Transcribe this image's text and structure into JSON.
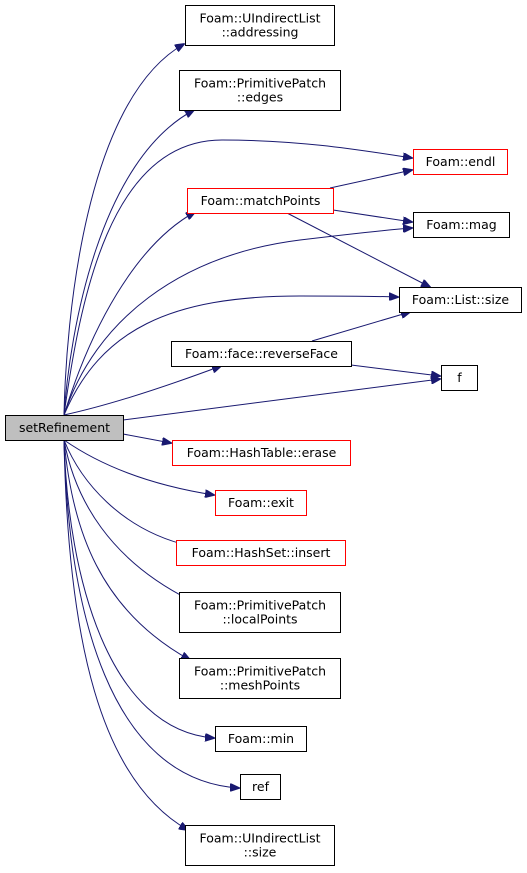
{
  "colors": {
    "edge": "#191970",
    "node_border": "#000000",
    "node_fill": "#ffffff",
    "root_fill": "#bfbfbf",
    "red_border": "#ff0000",
    "text": "#000000"
  },
  "nodes": {
    "setRefinement": {
      "lines": [
        "setRefinement"
      ],
      "style": "root"
    },
    "uindirect_addressing": {
      "lines": [
        "Foam::UIndirectList",
        "::addressing"
      ],
      "style": "normal"
    },
    "primitivepatch_edges": {
      "lines": [
        "Foam::PrimitivePatch",
        "::edges"
      ],
      "style": "normal"
    },
    "endl": {
      "lines": [
        "Foam::endl"
      ],
      "style": "red"
    },
    "matchPoints": {
      "lines": [
        "Foam::matchPoints"
      ],
      "style": "red"
    },
    "mag": {
      "lines": [
        "Foam::mag"
      ],
      "style": "normal"
    },
    "list_size": {
      "lines": [
        "Foam::List::size"
      ],
      "style": "normal"
    },
    "reverseFace": {
      "lines": [
        "Foam::face::reverseFace"
      ],
      "style": "normal"
    },
    "f": {
      "lines": [
        "f"
      ],
      "style": "normal"
    },
    "hashtable_erase": {
      "lines": [
        "Foam::HashTable::erase"
      ],
      "style": "red"
    },
    "exit": {
      "lines": [
        "Foam::exit"
      ],
      "style": "red"
    },
    "hashset_insert": {
      "lines": [
        "Foam::HashSet::insert"
      ],
      "style": "red"
    },
    "localPoints": {
      "lines": [
        "Foam::PrimitivePatch",
        "::localPoints"
      ],
      "style": "normal"
    },
    "meshPoints": {
      "lines": [
        "Foam::PrimitivePatch",
        "::meshPoints"
      ],
      "style": "normal"
    },
    "min": {
      "lines": [
        "Foam::min"
      ],
      "style": "normal"
    },
    "ref": {
      "lines": [
        "ref"
      ],
      "style": "normal"
    },
    "uindirect_size": {
      "lines": [
        "Foam::UIndirectList",
        "::size"
      ],
      "style": "normal"
    }
  },
  "edges": [
    {
      "from": "setRefinement",
      "to": "uindirect_addressing"
    },
    {
      "from": "setRefinement",
      "to": "primitivepatch_edges"
    },
    {
      "from": "setRefinement",
      "to": "endl"
    },
    {
      "from": "setRefinement",
      "to": "matchPoints"
    },
    {
      "from": "setRefinement",
      "to": "mag"
    },
    {
      "from": "setRefinement",
      "to": "list_size"
    },
    {
      "from": "setRefinement",
      "to": "reverseFace"
    },
    {
      "from": "setRefinement",
      "to": "f"
    },
    {
      "from": "setRefinement",
      "to": "hashtable_erase"
    },
    {
      "from": "setRefinement",
      "to": "exit"
    },
    {
      "from": "setRefinement",
      "to": "hashset_insert"
    },
    {
      "from": "setRefinement",
      "to": "localPoints"
    },
    {
      "from": "setRefinement",
      "to": "meshPoints"
    },
    {
      "from": "setRefinement",
      "to": "min"
    },
    {
      "from": "setRefinement",
      "to": "ref"
    },
    {
      "from": "setRefinement",
      "to": "uindirect_size"
    },
    {
      "from": "matchPoints",
      "to": "endl"
    },
    {
      "from": "matchPoints",
      "to": "mag"
    },
    {
      "from": "matchPoints",
      "to": "list_size"
    },
    {
      "from": "reverseFace",
      "to": "list_size"
    },
    {
      "from": "reverseFace",
      "to": "f"
    }
  ]
}
